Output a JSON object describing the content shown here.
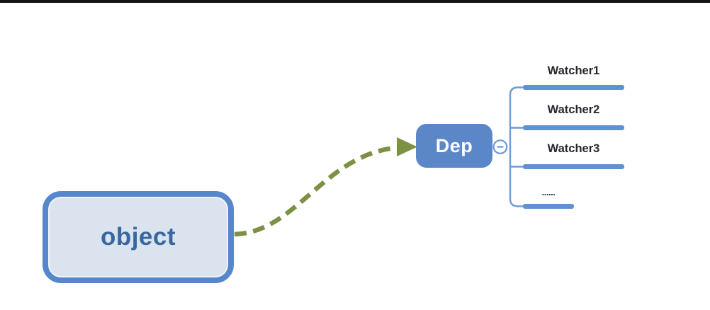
{
  "diagram": {
    "object_node": {
      "label": "object"
    },
    "dep_node": {
      "label": "Dep"
    },
    "collapse_toggle": {
      "symbol": "−",
      "state": "expanded"
    },
    "watchers": [
      {
        "label": "Watcher1"
      },
      {
        "label": "Watcher2"
      },
      {
        "label": "Watcher3"
      },
      {
        "label": "......"
      }
    ],
    "colors": {
      "node_border_blue": "#5687cb",
      "object_fill": "#dbe3ef",
      "object_text": "#38689f",
      "dep_fill": "#5b87c9",
      "dep_text": "#ffffff",
      "watcher_bar_blue": "#6191d3",
      "bracket_blue": "#6f9ad5",
      "arrow_olive": "#7d9145",
      "label_text": "#26262e",
      "top_bar_black": "#141414"
    }
  }
}
